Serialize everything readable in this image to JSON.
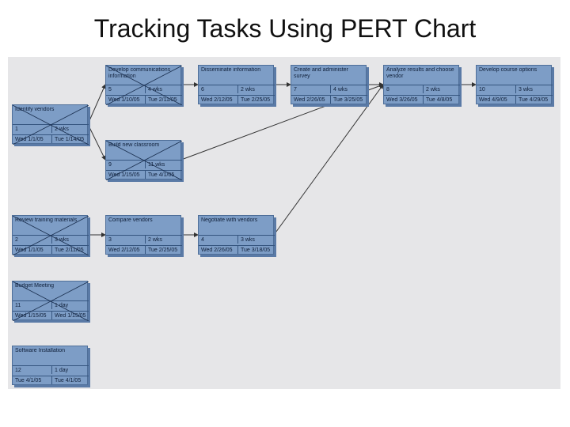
{
  "title": "Tracking Tasks Using PERT Chart",
  "tasks": [
    {
      "key": "t5",
      "name": "Develop communications information",
      "id": "5",
      "duration": "4 wks",
      "start": "Wed 1/10/05",
      "finish": "Tue 2/11/05",
      "critical": true
    },
    {
      "key": "t6",
      "name": "Disseminate information",
      "id": "6",
      "duration": "2 wks",
      "start": "Wed 2/12/05",
      "finish": "Tue 2/25/05",
      "critical": false
    },
    {
      "key": "t7",
      "name": "Create and administer survey",
      "id": "7",
      "duration": "4 wks",
      "start": "Wed 2/26/05",
      "finish": "Tue 3/25/05",
      "critical": false
    },
    {
      "key": "t8",
      "name": "Analyze results and choose vendor",
      "id": "8",
      "duration": "2 wks",
      "start": "Wed 3/26/05",
      "finish": "Tue 4/8/05",
      "critical": false
    },
    {
      "key": "t10",
      "name": "Develop course options",
      "id": "10",
      "duration": "3 wks",
      "start": "Wed 4/9/05",
      "finish": "Tue 4/29/05",
      "critical": false
    },
    {
      "key": "t1",
      "name": "Identify vendors",
      "id": "1",
      "duration": "2 wks",
      "start": "Wed 1/1/05",
      "finish": "Tue 1/14/05",
      "critical": true
    },
    {
      "key": "t9",
      "name": "Build new classroom",
      "id": "9",
      "duration": "11 wks",
      "start": "Wed 1/15/05",
      "finish": "Tue 4/1/05",
      "critical": true
    },
    {
      "key": "t2",
      "name": "Review training materials",
      "id": "2",
      "duration": "3 wks",
      "start": "Wed 1/1/05",
      "finish": "Tue 2/11/05",
      "critical": true
    },
    {
      "key": "t3",
      "name": "Compare vendors",
      "id": "3",
      "duration": "2 wks",
      "start": "Wed 2/12/05",
      "finish": "Tue 2/25/05",
      "critical": false
    },
    {
      "key": "t4",
      "name": "Negotiate with vendors",
      "id": "4",
      "duration": "3 wks",
      "start": "Wed 2/26/05",
      "finish": "Tue 3/18/05",
      "critical": false
    },
    {
      "key": "t11",
      "name": "Budget Meeting",
      "id": "11",
      "duration": "1 day",
      "start": "Wed 1/15/05",
      "finish": "Wed 1/15/05",
      "critical": true
    },
    {
      "key": "t12",
      "name": "Software Installation",
      "id": "12",
      "duration": "1 day",
      "start": "Tue 4/1/05",
      "finish": "Tue 4/1/05",
      "critical": false
    }
  ],
  "dependencies": [
    [
      "t1",
      "t5"
    ],
    [
      "t1",
      "t9"
    ],
    [
      "t5",
      "t6"
    ],
    [
      "t6",
      "t7"
    ],
    [
      "t7",
      "t8"
    ],
    [
      "t8",
      "t10"
    ],
    [
      "t9",
      "t8"
    ],
    [
      "t2",
      "t3"
    ],
    [
      "t3",
      "t4"
    ],
    [
      "t4",
      "t8"
    ]
  ]
}
